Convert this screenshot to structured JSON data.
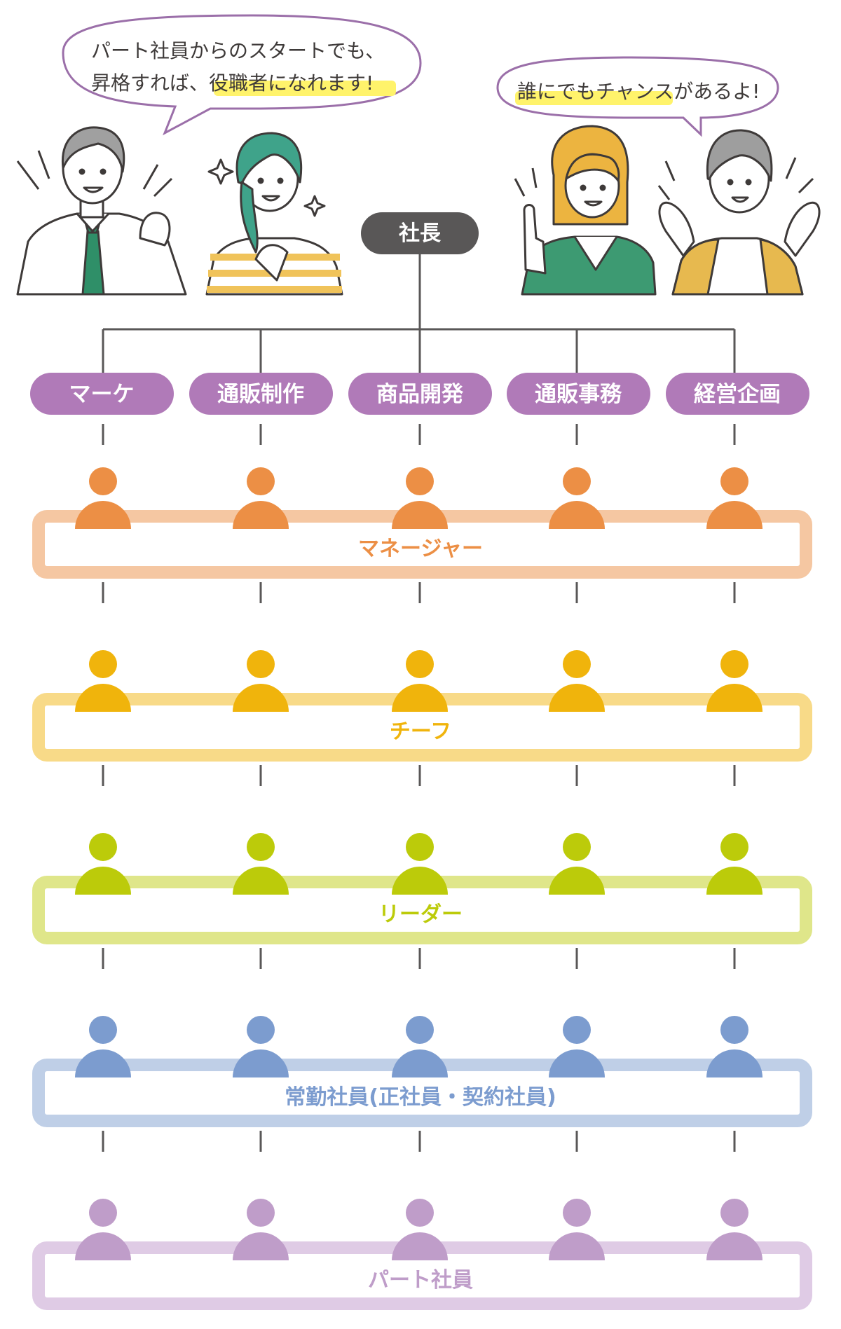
{
  "speech_left": {
    "line1": "パート社員からのスタートでも、",
    "line2_prefix": "昇格すれば、",
    "line2_highlight": "役職者になれます!"
  },
  "speech_right": {
    "highlight": "誰にでもチャンス",
    "suffix": "があるよ!"
  },
  "president": "社長",
  "departments": [
    "マーケ",
    "通販制作",
    "商品開発",
    "通販事務",
    "経営企画"
  ],
  "levels": [
    {
      "label": "マネージャー",
      "color": "#ec8f45",
      "frame_color": "#f5c7a2"
    },
    {
      "label": "チーフ",
      "color": "#f0b40c",
      "frame_color": "#f8da88"
    },
    {
      "label": "リーダー",
      "color": "#bccb0a",
      "frame_color": "#dfe68a"
    },
    {
      "label": "常勤社員(正社員・契約社員)",
      "color": "#7c9ccf",
      "frame_color": "#bfcfe7"
    },
    {
      "label": "パート社員",
      "color": "#bf9dc9",
      "frame_color": "#dfcbe5"
    }
  ],
  "colors": {
    "department": "#b07ab8",
    "president": "#595757",
    "connector": "#595757",
    "speech_border": "#9b6fa9",
    "highlight": "#fff36b",
    "tie": "#2f8f68",
    "woman_green_hair": "#3fa38a",
    "stripe_yellow": "#f0c35a",
    "jacket_green": "#3d9a72",
    "blonde_hair": "#ecb440",
    "gray_hair": "#9e9e9e",
    "vest_yellow": "#e7b94f"
  }
}
